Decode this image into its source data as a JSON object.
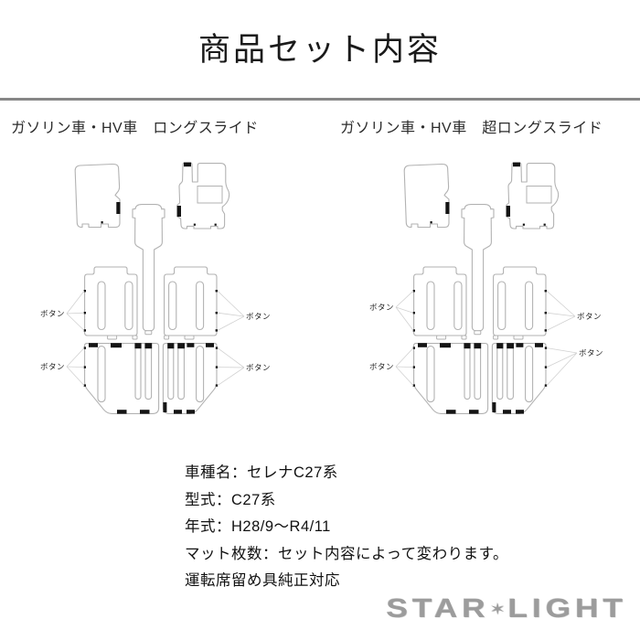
{
  "title": "商品セット内容",
  "panels": [
    {
      "header": "ガソリン車・HV車　ロングスライド",
      "button_labels": [
        "ボタン",
        "ボタン",
        "ボタン",
        "ボタン"
      ]
    },
    {
      "header": "ガソリン車・HV車　超ロングスライド",
      "button_labels": [
        "ボタン",
        "ボタン",
        "ボタン",
        "ボタン"
      ]
    }
  ],
  "specs": {
    "lines": [
      "車種名：セレナC27系",
      "型式：C27系",
      "年式：H28/9～R4/11",
      "マット枚数：セット内容によって変わります。",
      "運転席留め具純正対応"
    ]
  },
  "logo": {
    "left": "STAR",
    "star": "✶",
    "right": "LIGHT"
  },
  "colors": {
    "mat_outline": "#b2b2b2",
    "fastener_black": "#141414",
    "divider": "#868686",
    "heading_text": "#2b2b2b",
    "body_text": "#111111",
    "logo_gray": "#9c9c9c"
  }
}
